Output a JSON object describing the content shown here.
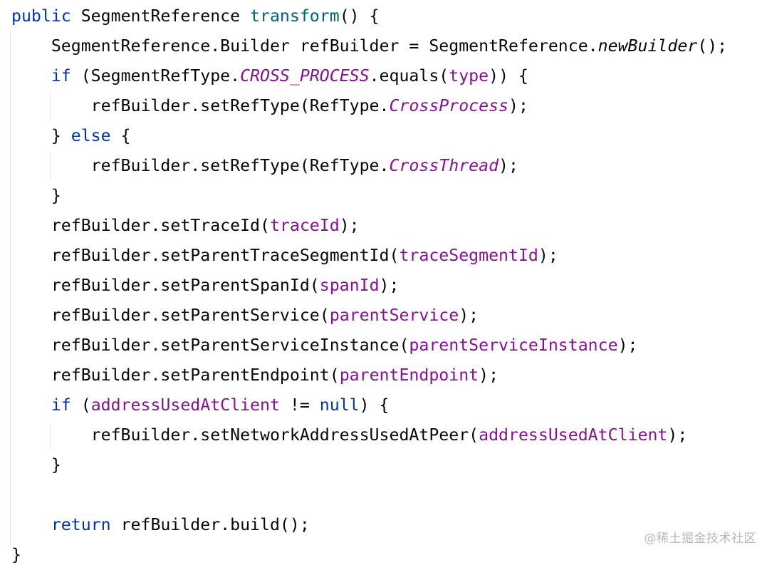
{
  "editor": {
    "lines": [
      [
        {
          "t": "public",
          "k": "kw"
        },
        {
          "t": " SegmentReference "
        },
        {
          "t": "transform",
          "k": "fn"
        },
        {
          "t": "() {"
        }
      ],
      [
        {
          "t": "    SegmentReference.Builder refBuilder = SegmentReference."
        },
        {
          "t": "newBuilder",
          "k": "staticfn"
        },
        {
          "t": "();"
        }
      ],
      [
        {
          "t": "    "
        },
        {
          "t": "if",
          "k": "kw"
        },
        {
          "t": " (SegmentRefType."
        },
        {
          "t": "CROSS_PROCESS",
          "k": "static"
        },
        {
          "t": ".equals("
        },
        {
          "t": "type",
          "k": "field"
        },
        {
          "t": ")) {"
        }
      ],
      [
        {
          "t": "        refBuilder.setRefType(RefType."
        },
        {
          "t": "CrossProcess",
          "k": "static"
        },
        {
          "t": ");"
        }
      ],
      [
        {
          "t": "    } "
        },
        {
          "t": "else",
          "k": "kw"
        },
        {
          "t": " {"
        }
      ],
      [
        {
          "t": "        refBuilder.setRefType(RefType."
        },
        {
          "t": "CrossThread",
          "k": "static"
        },
        {
          "t": ");"
        }
      ],
      [
        {
          "t": "    }"
        }
      ],
      [
        {
          "t": "    refBuilder.setTraceId("
        },
        {
          "t": "traceId",
          "k": "field"
        },
        {
          "t": ");"
        }
      ],
      [
        {
          "t": "    refBuilder.setParentTraceSegmentId("
        },
        {
          "t": "traceSegmentId",
          "k": "field"
        },
        {
          "t": ");"
        }
      ],
      [
        {
          "t": "    refBuilder.setParentSpanId("
        },
        {
          "t": "spanId",
          "k": "field"
        },
        {
          "t": ");"
        }
      ],
      [
        {
          "t": "    refBuilder.setParentService("
        },
        {
          "t": "parentService",
          "k": "field"
        },
        {
          "t": ");"
        }
      ],
      [
        {
          "t": "    refBuilder.setParentServiceInstance("
        },
        {
          "t": "parentServiceInstance",
          "k": "field"
        },
        {
          "t": ");"
        }
      ],
      [
        {
          "t": "    refBuilder.setParentEndpoint("
        },
        {
          "t": "parentEndpoint",
          "k": "field"
        },
        {
          "t": ");"
        }
      ],
      [
        {
          "t": "    "
        },
        {
          "t": "if",
          "k": "kw"
        },
        {
          "t": " ("
        },
        {
          "t": "addressUsedAtClient",
          "k": "field"
        },
        {
          "t": " != "
        },
        {
          "t": "null",
          "k": "kw"
        },
        {
          "t": ") {"
        }
      ],
      [
        {
          "t": "        refBuilder.setNetworkAddressUsedAtPeer("
        },
        {
          "t": "addressUsedAtClient",
          "k": "field"
        },
        {
          "t": ");"
        }
      ],
      [
        {
          "t": "    }"
        }
      ],
      [],
      [
        {
          "t": "    "
        },
        {
          "t": "return",
          "k": "kw"
        },
        {
          "t": " refBuilder.build();"
        }
      ],
      [
        {
          "t": "}"
        }
      ]
    ]
  },
  "watermark": {
    "text": "@稀土掘金技术社区"
  }
}
